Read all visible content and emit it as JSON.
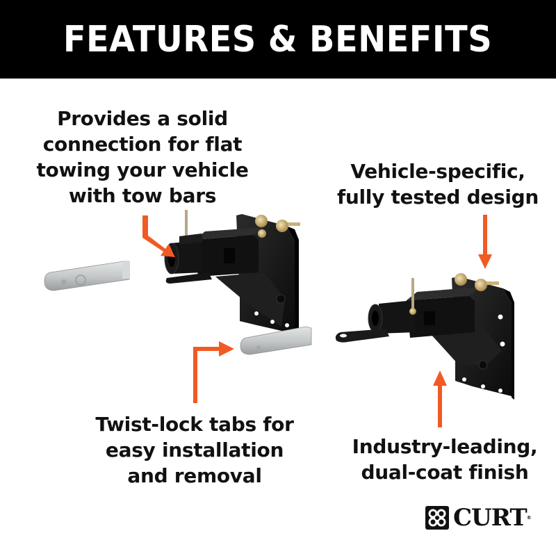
{
  "header": {
    "title": "FEATURES & BENEFITS"
  },
  "callouts": [
    {
      "id": "connection",
      "lines": [
        "Provides a solid",
        "connection for flat",
        "towing your vehicle",
        "with tow bars"
      ]
    },
    {
      "id": "design",
      "lines": [
        "Vehicle-specific,",
        "fully tested design"
      ]
    },
    {
      "id": "twistlock",
      "lines": [
        "Twist-lock tabs for",
        "easy installation",
        "and removal"
      ]
    },
    {
      "id": "finish",
      "lines": [
        "Industry-leading,",
        "dual-coat finish"
      ]
    }
  ],
  "brand": {
    "name": "CURT",
    "registered": "®",
    "logo_icon": "curt-emblem-icon"
  },
  "colors": {
    "header_bg": "#000000",
    "header_text": "#ffffff",
    "arrow": "#f15a24",
    "bracket": "#161616",
    "pin": "#c9cbcc",
    "hardware": "#c9b07a"
  },
  "products": [
    {
      "name": "left-tow-bracket",
      "color": "black"
    },
    {
      "name": "right-tow-bracket",
      "color": "black"
    },
    {
      "name": "left-twist-lock-tab",
      "color": "zinc"
    },
    {
      "name": "right-twist-lock-tab",
      "color": "zinc"
    }
  ]
}
